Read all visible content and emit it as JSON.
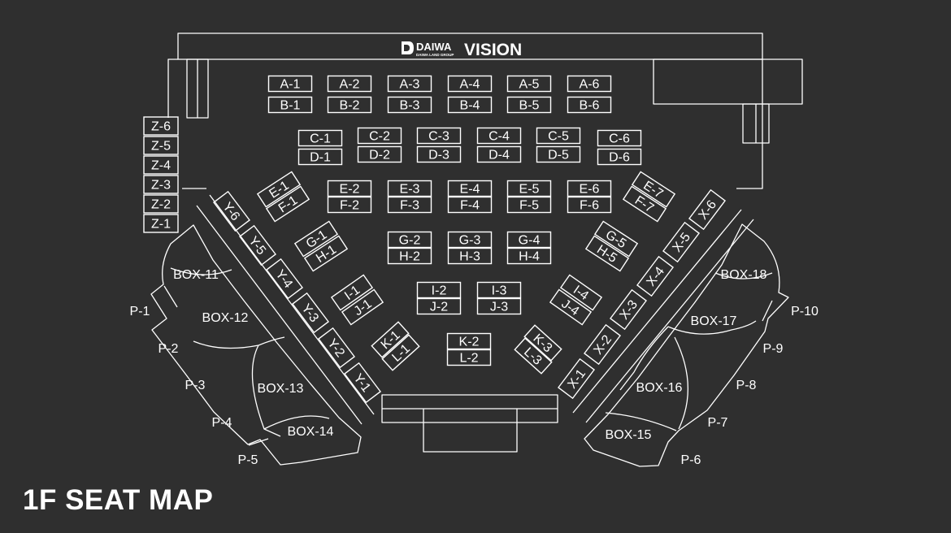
{
  "title": "1F SEAT MAP",
  "brand": {
    "name": "DAIWA",
    "subname": "DAIWA LAND GROUP",
    "product": "VISION"
  },
  "colors": {
    "background": "#2f2f2f",
    "lines": "#ffffff"
  },
  "seat_rows": {
    "A": [
      "A-1",
      "A-2",
      "A-3",
      "A-4",
      "A-5",
      "A-6"
    ],
    "B": [
      "B-1",
      "B-2",
      "B-3",
      "B-4",
      "B-5",
      "B-6"
    ],
    "C": [
      "C-1",
      "C-2",
      "C-3",
      "C-4",
      "C-5",
      "C-6"
    ],
    "D": [
      "D-1",
      "D-2",
      "D-3",
      "D-4",
      "D-5",
      "D-6"
    ],
    "E": [
      "E-1",
      "E-2",
      "E-3",
      "E-4",
      "E-5",
      "E-6",
      "E-7"
    ],
    "F": [
      "F-1",
      "F-2",
      "F-3",
      "F-4",
      "F-5",
      "F-6",
      "F-7"
    ],
    "G": [
      "G-1",
      "G-2",
      "G-3",
      "G-4",
      "G-5"
    ],
    "H": [
      "H-1",
      "H-2",
      "H-3",
      "H-4",
      "H-5"
    ],
    "I": [
      "I-1",
      "I-2",
      "I-3",
      "I-4"
    ],
    "J": [
      "J-1",
      "J-2",
      "J-3",
      "J-4"
    ],
    "K": [
      "K-1",
      "K-2",
      "K-3"
    ],
    "L": [
      "L-1",
      "L-2",
      "L-3"
    ],
    "Z": [
      "Z-6",
      "Z-5",
      "Z-4",
      "Z-3",
      "Z-2",
      "Z-1"
    ],
    "Y": [
      "Y-6",
      "Y-5",
      "Y-4",
      "Y-3",
      "Y-2",
      "Y-1"
    ],
    "X": [
      "X-6",
      "X-5",
      "X-4",
      "X-3",
      "X-2",
      "X-1"
    ]
  },
  "boxes": [
    "BOX-11",
    "BOX-12",
    "BOX-13",
    "BOX-14",
    "BOX-15",
    "BOX-16",
    "BOX-17",
    "BOX-18"
  ],
  "p_labels": [
    "P-1",
    "P-2",
    "P-3",
    "P-4",
    "P-5",
    "P-6",
    "P-7",
    "P-8",
    "P-9",
    "P-10"
  ]
}
